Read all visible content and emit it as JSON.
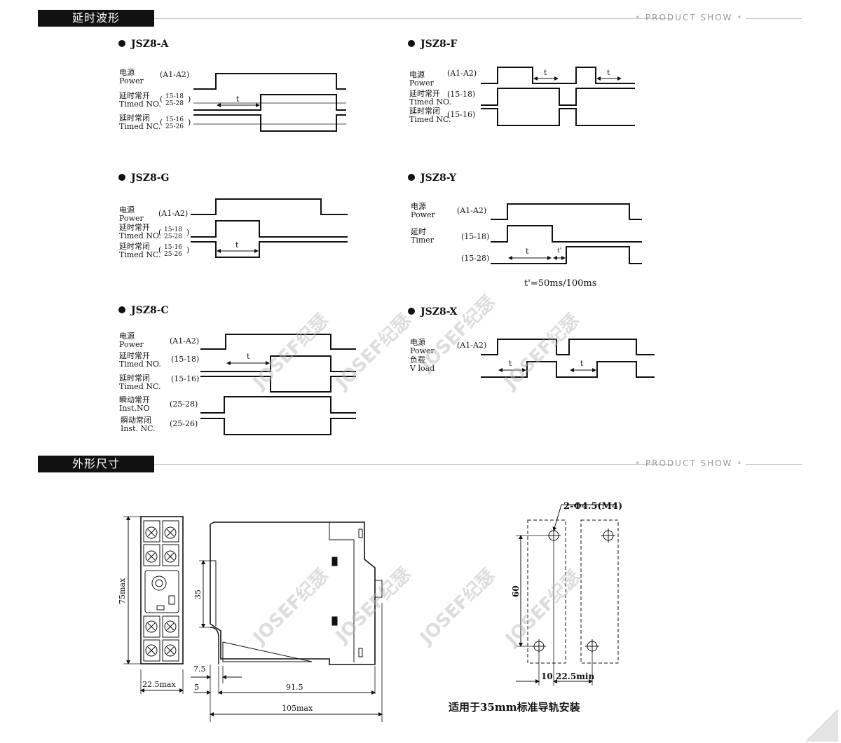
{
  "sections": [
    {
      "tag": "延时波形",
      "show": "PRODUCT SHOW"
    },
    {
      "tag": "外形尺寸",
      "show": "PRODUCT SHOW"
    }
  ],
  "waveforms": {
    "jsz8a": {
      "title": "JSZ8-A",
      "r1": "电源",
      "r1b": "Power",
      "r1p": "(A1-A2)",
      "r2": "延时常开",
      "r2b": "Timed NO.",
      "r2p": "15-18",
      "r2q": "25-28",
      "r3": "延时常闭",
      "r3b": "Timed NC.",
      "r3p": "15-16",
      "r3q": "25-26",
      "t": "t"
    },
    "jsz8f": {
      "title": "JSZ8-F",
      "r1": "电源",
      "r1b": "Power",
      "r1p": "(A1-A2)",
      "r2": "延时常开",
      "r2b": "Timed NO.",
      "r2p": "(15-18)",
      "r3": "延时常闭",
      "r3b": "Timed NC.",
      "r3p": "(15-16)",
      "t": "t"
    },
    "jsz8g": {
      "title": "JSZ8-G",
      "r1": "电源",
      "r1b": "Power",
      "r1p": "(A1-A2)",
      "r2": "延时常开",
      "r2b": "Timed NO.",
      "r2p": "15-18",
      "r2q": "25-28",
      "r3": "延时常闭",
      "r3b": "Timed NC.",
      "r3p": "15-16",
      "r3q": "25-26",
      "t": "t"
    },
    "jsz8y": {
      "title": "JSZ8-Y",
      "r1": "电源",
      "r1b": "Power",
      "r1p": "(A1-A2)",
      "r2": "延时",
      "r2b": "Timer",
      "r2p": "(15-18)",
      "r3p": "(15-28)",
      "t": "t",
      "t2": "t'",
      "note": "t'=50ms/100ms"
    },
    "jsz8c": {
      "title": "JSZ8-C",
      "r1": "电源",
      "r1b": "Power",
      "r1p": "(A1-A2)",
      "r2": "延时常开",
      "r2b": "Timed NO.",
      "r2p": "(15-18)",
      "r3": "延时常闭",
      "r3b": "Timed NC.",
      "r3p": "(15-16)",
      "r4": "瞬动常开",
      "r4b": "Inst.NO",
      "r4p": "(25-28)",
      "r5": "瞬动常闭",
      "r5b": "Inst. NC.",
      "r5p": "(25-26)",
      "t": "t"
    },
    "jsz8x": {
      "title": "JSZ8-X",
      "r1": "电源",
      "r1b": "Power",
      "r1p": "(A1-A2)",
      "r2": "负载",
      "r2b": "V load",
      "t": "t"
    }
  },
  "dimensions": {
    "height": "75max",
    "width": "22.5max",
    "d35": "35",
    "d75": "7.5",
    "d5": "5",
    "d915": "91.5",
    "d105": "105max",
    "holes": "2-Φ4.5(M4)",
    "d60": "60",
    "d10": "10",
    "d225": "22.5min",
    "rail_note": "适用于35mm标准导轨安装"
  },
  "watermark": "JOSEF纪瑟"
}
